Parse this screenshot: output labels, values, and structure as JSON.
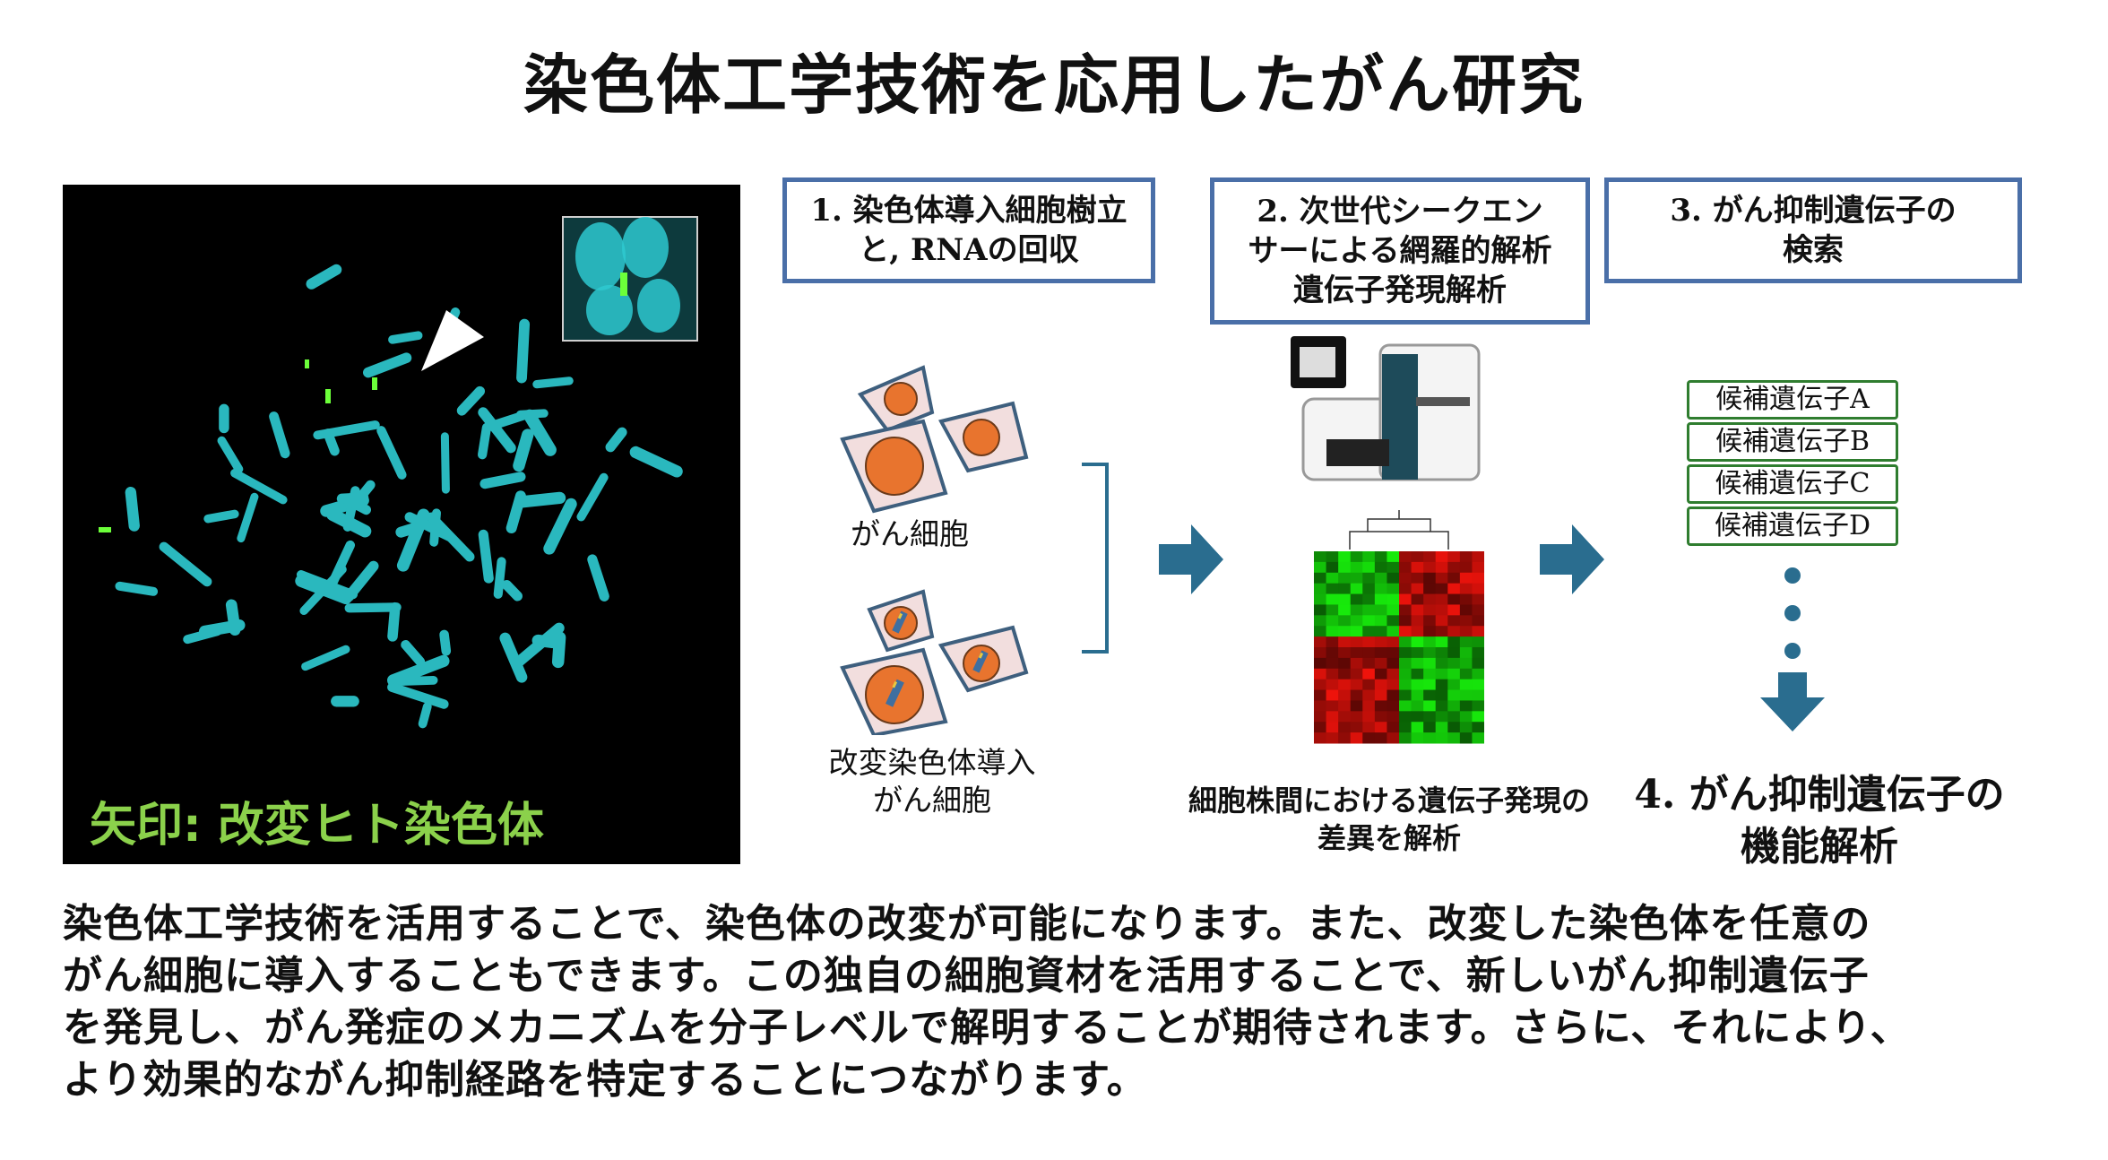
{
  "title": "染色体工学技術を応用したがん研究",
  "micrograph": {
    "caption": "矢印: 改変ヒト染色体",
    "chromosome_color": "#2ec9d0",
    "signal_color": "#6cff3a"
  },
  "steps": [
    {
      "number_label": "1. 染色体導入細胞樹立\nと, RNAの回収"
    },
    {
      "number_label": "2. 次世代シークエン\nサーによる網羅的解析\n遺伝子発現解析"
    },
    {
      "number_label": "3. がん抑制遺伝子の\n検索"
    }
  ],
  "cells": {
    "cancer_label": "がん細胞",
    "modified_label": "改変染色体導入\nがん細胞",
    "nucleus_color": "#e8742e",
    "cell_fill": "#f2dede",
    "cell_border": "#3e5f7e"
  },
  "analysis_label": "細胞株間における遺伝子発現の\n差異を解析",
  "candidates": [
    "候補遺伝子A",
    "候補遺伝子B",
    "候補遺伝子C",
    "候補遺伝子D"
  ],
  "final_step": "4. がん抑制遺伝子の\n機能解析",
  "arrow_color": "#2a6d8f",
  "body_lines": [
    "染色体工学技術を活用することで、染色体の改変が可能になります。また、改変した染色体を任意の",
    "がん細胞に導入することもできます。この独自の細胞資材を活用することで、新しいがん抑制遺伝子",
    "を発見し、がん発症のメカニズムを分子レベルで解明することが期待されます。さらに、それにより、",
    "より効果的ながん抑制経路を特定することにつながります。"
  ]
}
